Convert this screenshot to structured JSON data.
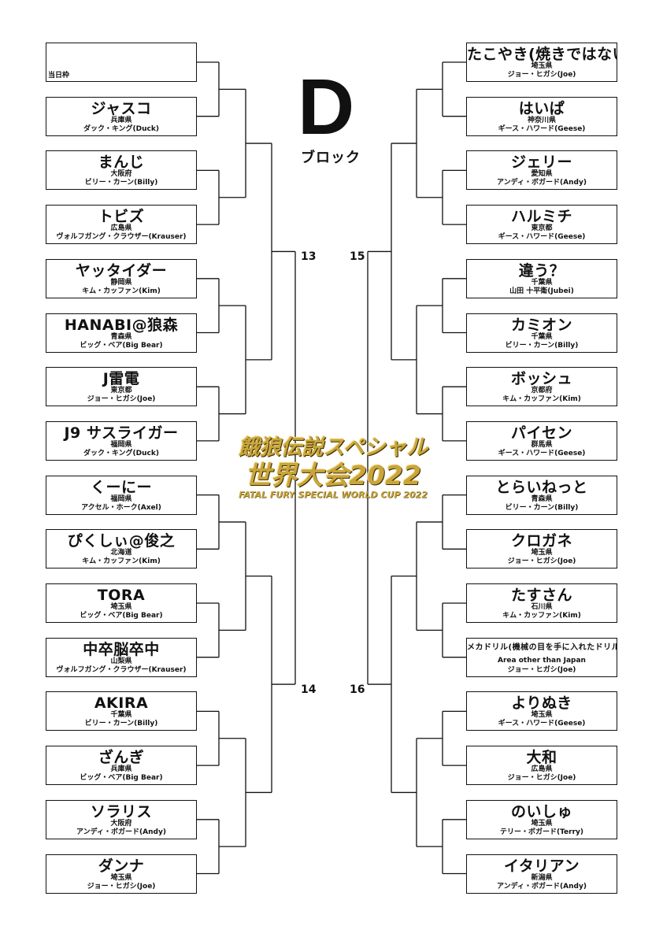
{
  "block": {
    "letter": "D",
    "label": "ブロック"
  },
  "logo": {
    "line1": "餓狼伝説スペシャル",
    "line2": "世界大会2022",
    "line3": "FATAL FURY SPECIAL WORLD CUP 2022"
  },
  "matches": [
    "13",
    "15",
    "14",
    "16"
  ],
  "left": [
    {
      "name": "",
      "pref": "",
      "char": "",
      "tag": "当日枠"
    },
    {
      "name": "ジャスコ",
      "pref": "兵庫県",
      "char": "ダック・キング(Duck)"
    },
    {
      "name": "まんじ",
      "pref": "大阪府",
      "char": "ビリー・カーン(Billy)"
    },
    {
      "name": "トビズ",
      "pref": "広島県",
      "char": "ヴォルフガング・クラウザー(Krauser)"
    },
    {
      "name": "ヤッタイダー",
      "pref": "静岡県",
      "char": "キム・カッファン(Kim)"
    },
    {
      "name": "HANABI@狼森",
      "pref": "青森県",
      "char": "ビッグ・ベア(Big Bear)"
    },
    {
      "name": "J雷電",
      "pref": "東京都",
      "char": "ジョー・ヒガシ(Joe)"
    },
    {
      "name": "J9 サスライガー",
      "pref": "福岡県",
      "char": "ダック・キング(Duck)"
    },
    {
      "name": "くーにー",
      "pref": "福岡県",
      "char": "アクセル・ホーク(Axel)"
    },
    {
      "name": "ぴくしぃ@俊之",
      "pref": "北海道",
      "char": "キム・カッファン(Kim)"
    },
    {
      "name": "TORA",
      "pref": "埼玉県",
      "char": "ビッグ・ベア(Big Bear)"
    },
    {
      "name": "中卒脳卒中",
      "pref": "山梨県",
      "char": "ヴォルフガング・クラウザー(Krauser)"
    },
    {
      "name": "AKIRA",
      "pref": "千葉県",
      "char": "ビリー・カーン(Billy)"
    },
    {
      "name": "ざんぎ",
      "pref": "兵庫県",
      "char": "ビッグ・ベア(Big Bear)"
    },
    {
      "name": "ソラリス",
      "pref": "大阪府",
      "char": "アンディ・ボガード(Andy)"
    },
    {
      "name": "ダンナ",
      "pref": "埼玉県",
      "char": "ジョー・ヒガシ(Joe)"
    }
  ],
  "right": [
    {
      "name": "たこやき(焼きではない)",
      "pref": "埼玉県",
      "char": "ジョー・ヒガシ(Joe)"
    },
    {
      "name": "はいぱ",
      "pref": "神奈川県",
      "char": "ギース・ハワード(Geese)"
    },
    {
      "name": "ジェリー",
      "pref": "愛知県",
      "char": "アンディ・ボガード(Andy)"
    },
    {
      "name": "ハルミチ",
      "pref": "東京都",
      "char": "ギース・ハワード(Geese)"
    },
    {
      "name": "違う？",
      "pref": "千葉県",
      "char": "山田 十平衛(Jubei)"
    },
    {
      "name": "カミオン",
      "pref": "千葉県",
      "char": "ビリー・カーン(Billy)"
    },
    {
      "name": "ボッシュ",
      "pref": "京都府",
      "char": "キム・カッファン(Kim)"
    },
    {
      "name": "パイセン",
      "pref": "群馬県",
      "char": "ギース・ハワード(Geese)"
    },
    {
      "name": "とらいねっと",
      "pref": "青森県",
      "char": "ビリー・カーン(Billy)"
    },
    {
      "name": "クロガネ",
      "pref": "埼玉県",
      "char": "ジョー・ヒガシ(Joe)"
    },
    {
      "name": "たすさん",
      "pref": "石川県",
      "char": "キム・カッファン(Kim)"
    },
    {
      "name": "メカドリル(機械の目を手に入れたドリル)",
      "pref": "Area other than Japan",
      "char": "ジョー・ヒガシ(Joe)",
      "small": true
    },
    {
      "name": "よりぬき",
      "pref": "埼玉県",
      "char": "ギース・ハワード(Geese)"
    },
    {
      "name": "大和",
      "pref": "広島県",
      "char": "ジョー・ヒガシ(Joe)"
    },
    {
      "name": "のいしゅ",
      "pref": "埼玉県",
      "char": "テリー・ボガード(Terry)"
    },
    {
      "name": "イタリアン",
      "pref": "新潟県",
      "char": "アンディ・ボガード(Andy)"
    }
  ]
}
